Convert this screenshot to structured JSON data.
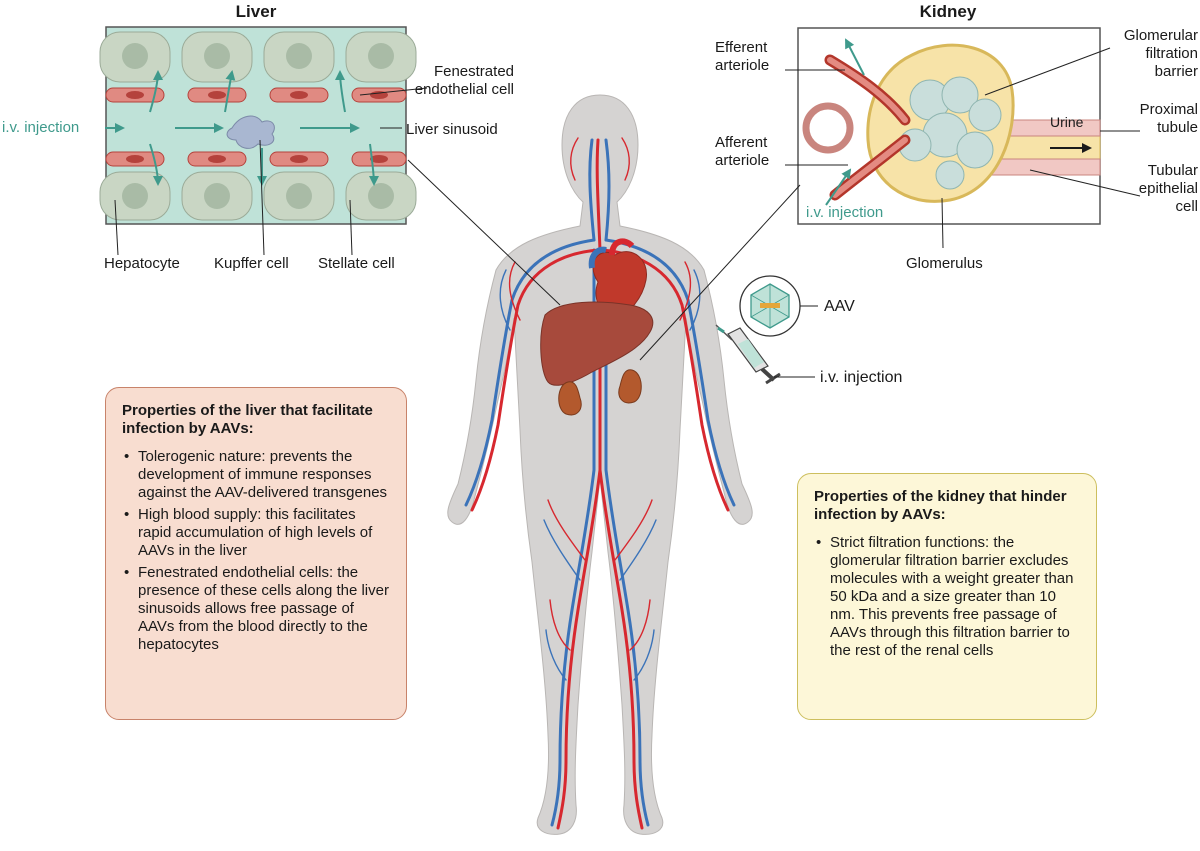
{
  "liver_panel": {
    "title": "Liver",
    "labels": {
      "fenestrated": [
        "Fenestrated",
        "endothelial cell"
      ],
      "injection": "i.v. injection",
      "sinusoid": "Liver sinusoid",
      "hepatocyte": "Hepatocyte",
      "kupffer": "Kupffer cell",
      "stellate": "Stellate cell"
    }
  },
  "kidney_panel": {
    "title": "Kidney",
    "labels": {
      "efferent": [
        "Efferent",
        "arteriole"
      ],
      "afferent": [
        "Afferent",
        "arteriole"
      ],
      "injection": "i.v. injection",
      "gfb": [
        "Glomerular",
        "filtration",
        "barrier"
      ],
      "proximal": [
        "Proximal",
        "tubule"
      ],
      "urine": "Urine",
      "tubular": [
        "Tubular",
        "epithelial",
        "cell"
      ],
      "glomerulus": "Glomerulus"
    }
  },
  "aav_label": "AAV",
  "syringe_label": "i.v. injection",
  "liver_box": {
    "title": "Properties of the liver that facilitate infection by AAVs:",
    "items": [
      "Tolerogenic nature: prevents the development of immune responses against the AAV-delivered transgenes",
      "High blood supply: this facilitates rapid accumulation of high levels of AAVs in the liver",
      "Fenestrated endothelial cells: the presence of these cells along the liver sinusoids allows free passage of AAVs from the blood directly to the hepatocytes"
    ]
  },
  "kidney_box": {
    "title": "Properties of the kidney that hinder infection by AAVs:",
    "items": [
      "Strict filtration functions: the glomerular filtration barrier excludes molecules with a weight greater than 50 kDa and a size greater than 10 nm. This prevents free passage of AAVs through this filtration barrier to the rest of the renal cells"
    ]
  },
  "colors": {
    "artery": "#d7282f",
    "vein": "#3b73b9",
    "body": "#d5d3d2",
    "teal": "#3f9a8c",
    "liver": "#a74a3c"
  }
}
